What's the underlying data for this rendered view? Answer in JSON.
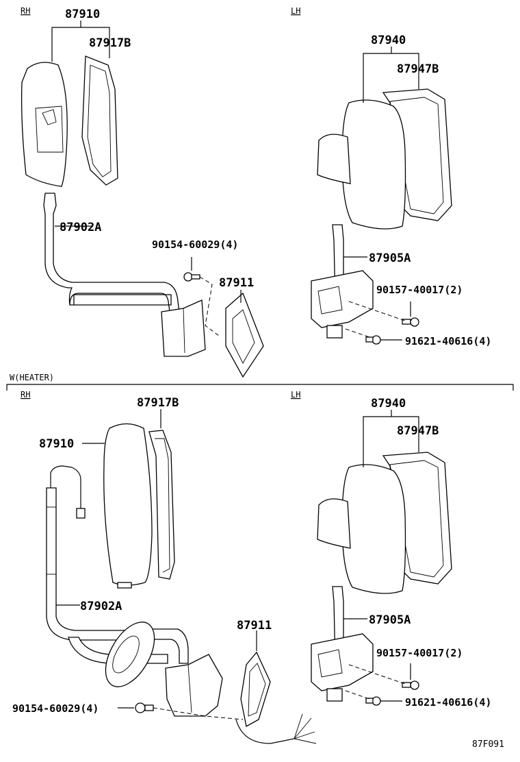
{
  "top": {
    "rh_label": "RH",
    "lh_label": "LH",
    "rh_parts": {
      "mirror": "87910",
      "frame": "87917B",
      "stay": "87902A",
      "screw": "90154-60029(4)",
      "cover": "87911"
    },
    "lh_parts": {
      "mirror": "87940",
      "frame": "87947B",
      "stay": "87905A",
      "screw1": "90157-40017(2)",
      "screw2": "91621-40616(4)"
    }
  },
  "heater_caption": "W(HEATER)",
  "bottom": {
    "rh_label": "RH",
    "lh_label": "LH",
    "rh_parts": {
      "frame": "87917B",
      "mirror": "87910",
      "stay": "87902A",
      "cover": "87911",
      "screw": "90154-60029(4)"
    },
    "lh_parts": {
      "mirror": "87940",
      "frame": "87947B",
      "stay": "87905A",
      "screw1": "90157-40017(2)",
      "screw2": "91621-40616(4)"
    }
  },
  "figure_ref": "87F091"
}
